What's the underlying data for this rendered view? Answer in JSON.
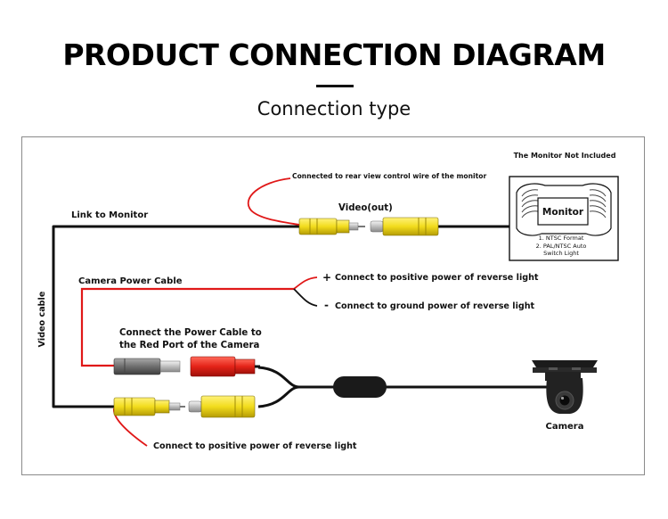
{
  "header": {
    "title": "PRODUCT CONNECTION DIAGRAM",
    "subtitle": "Connection type"
  },
  "monitor": {
    "not_included": "The Monitor Not Included",
    "screen_label": "Monitor",
    "note_1": "1. NTSC Format",
    "note_2a": "2. PAL/NTSC Auto",
    "note_2b": "Switch Light"
  },
  "labels": {
    "rear_view_wire": "Connected to rear view control wire of the monitor",
    "video_out": "Video(out)",
    "link_to_monitor": "Link to Monitor",
    "camera_power_cable": "Camera Power Cable",
    "video_cable": "Video cable",
    "plus_sign": "+",
    "minus_sign": "-",
    "positive_power": "Connect to positive power of reverse light",
    "ground_power": "Connect to ground power of reverse light",
    "red_port_line1": "Connect the Power Cable to",
    "red_port_line2": "the Red Port of the Camera",
    "bottom_positive": "Connect to positive power of reverse light",
    "camera": "Camera"
  },
  "colors": {
    "cable": "#111111",
    "wire_red": "#e01818",
    "plug_yellow": "#f2dc1c",
    "plug_red": "#e42318",
    "plug_grey": "#6e6e6e"
  }
}
